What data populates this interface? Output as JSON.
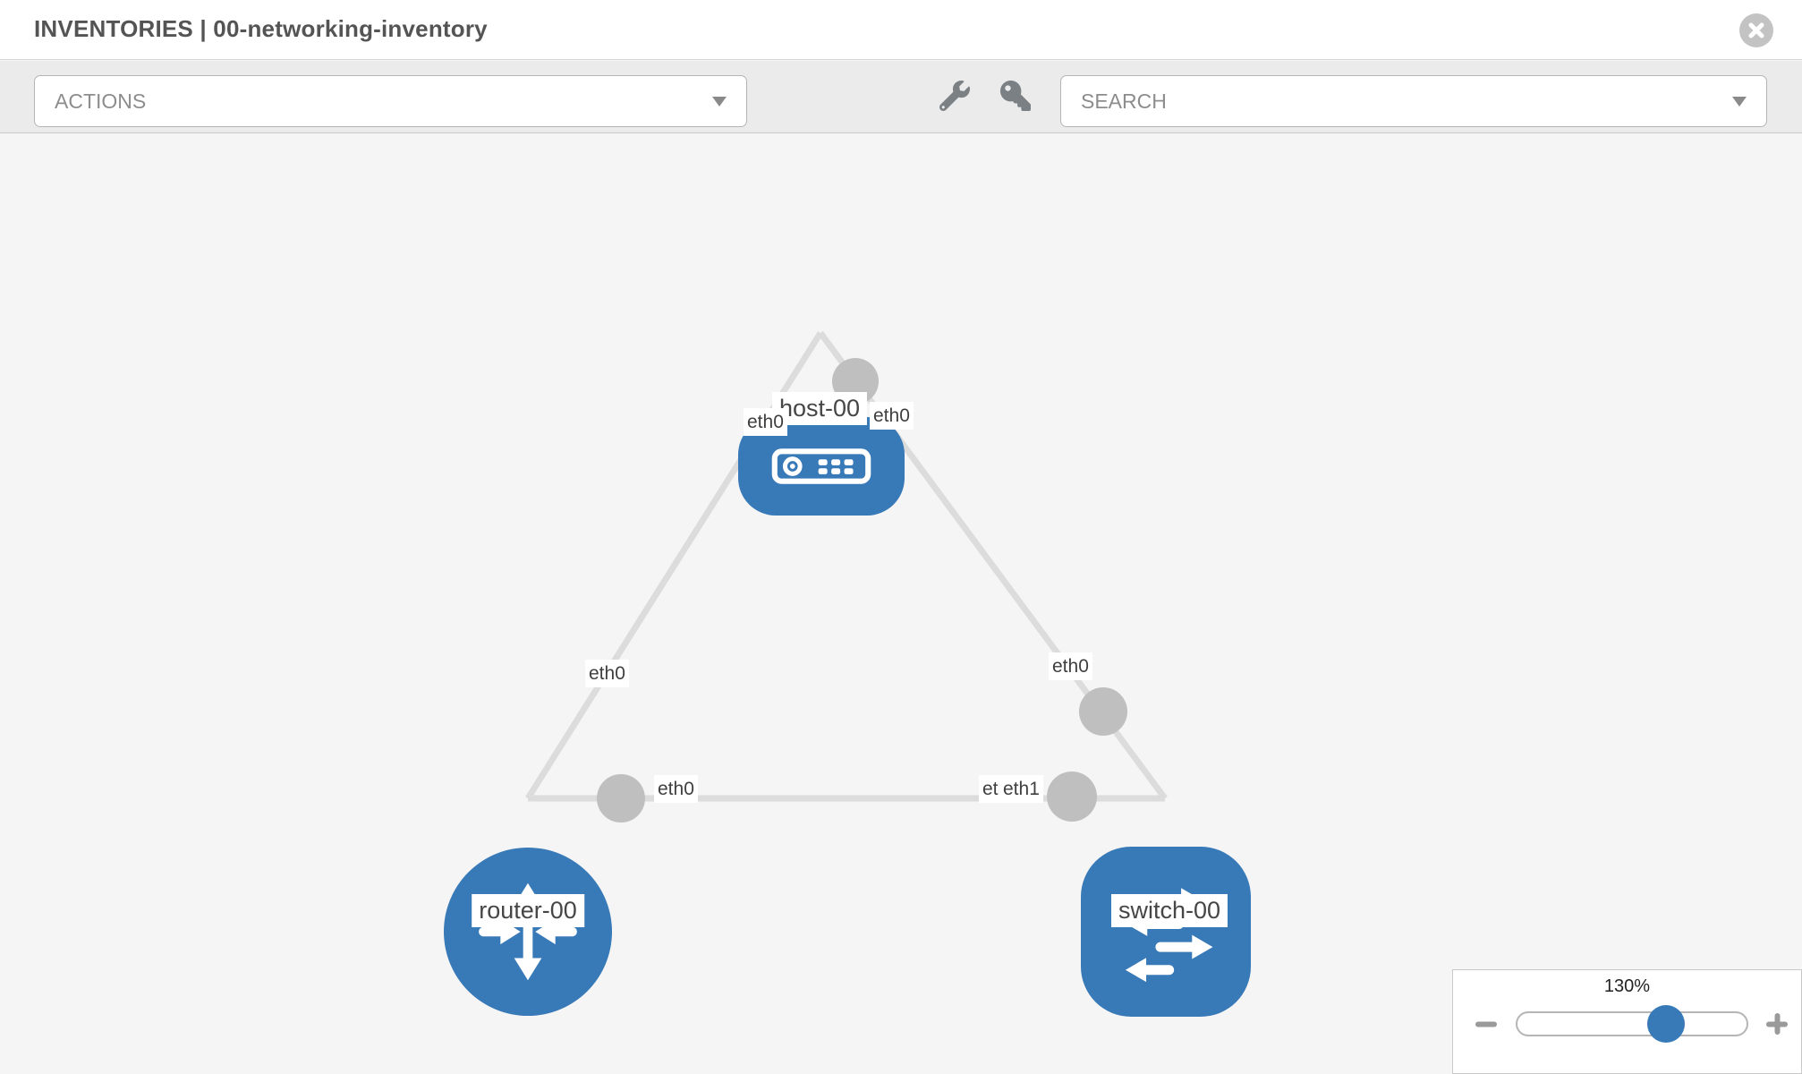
{
  "header": {
    "title": "INVENTORIES | 00-networking-inventory"
  },
  "toolbar": {
    "actions_label": "ACTIONS",
    "search_placeholder": "SEARCH",
    "tool_icons": [
      "wrench-icon",
      "key-icon"
    ]
  },
  "diagram": {
    "nodes": [
      {
        "label": "host-00",
        "type": "host"
      },
      {
        "label": "router-00",
        "type": "router"
      },
      {
        "label": "switch-00",
        "type": "switch"
      }
    ],
    "links": [
      {
        "from": "host-00",
        "to": "router-00",
        "from_interface": "eth0",
        "to_interface": "eth0"
      },
      {
        "from": "host-00",
        "to": "switch-00",
        "from_interface": "eth0",
        "to_interface": "eth0"
      },
      {
        "from": "router-00",
        "to": "switch-00",
        "from_interface": "eth0",
        "to_interface": "eth1"
      }
    ],
    "overlapped_label": "eth0"
  },
  "zoom_control": {
    "level": "130%",
    "minus_icon": "minus-icon",
    "plus_icon": "plus-icon"
  },
  "colors": {
    "node_blue": "#3879b7",
    "link_gray": "#dcdcdc",
    "connector_gray": "#bfbfbf",
    "toolbar_bg": "#ebebeb",
    "canvas_bg": "#f5f5f5"
  }
}
